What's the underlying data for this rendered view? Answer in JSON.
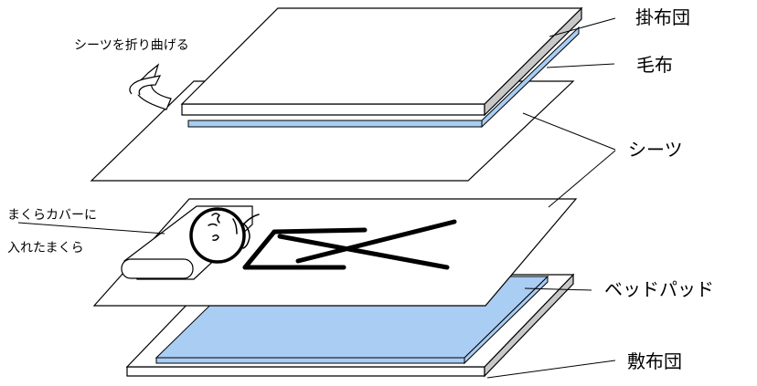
{
  "labels": {
    "top_comforter": "掛布団",
    "blanket": "毛布",
    "sheet": "シーツ",
    "bed_pad": "ベッドパッド",
    "bottom_mattress": "敷布団",
    "fold_note": "シーツを折り曲げる",
    "pillow_line1": "まくらカバーに",
    "pillow_line2": "入れたまくら"
  },
  "colors": {
    "blanket_blue": "#a9cdf3",
    "pad_blue": "#a9cdf3",
    "side_gray": "#c8c8c8",
    "line": "#000000"
  }
}
